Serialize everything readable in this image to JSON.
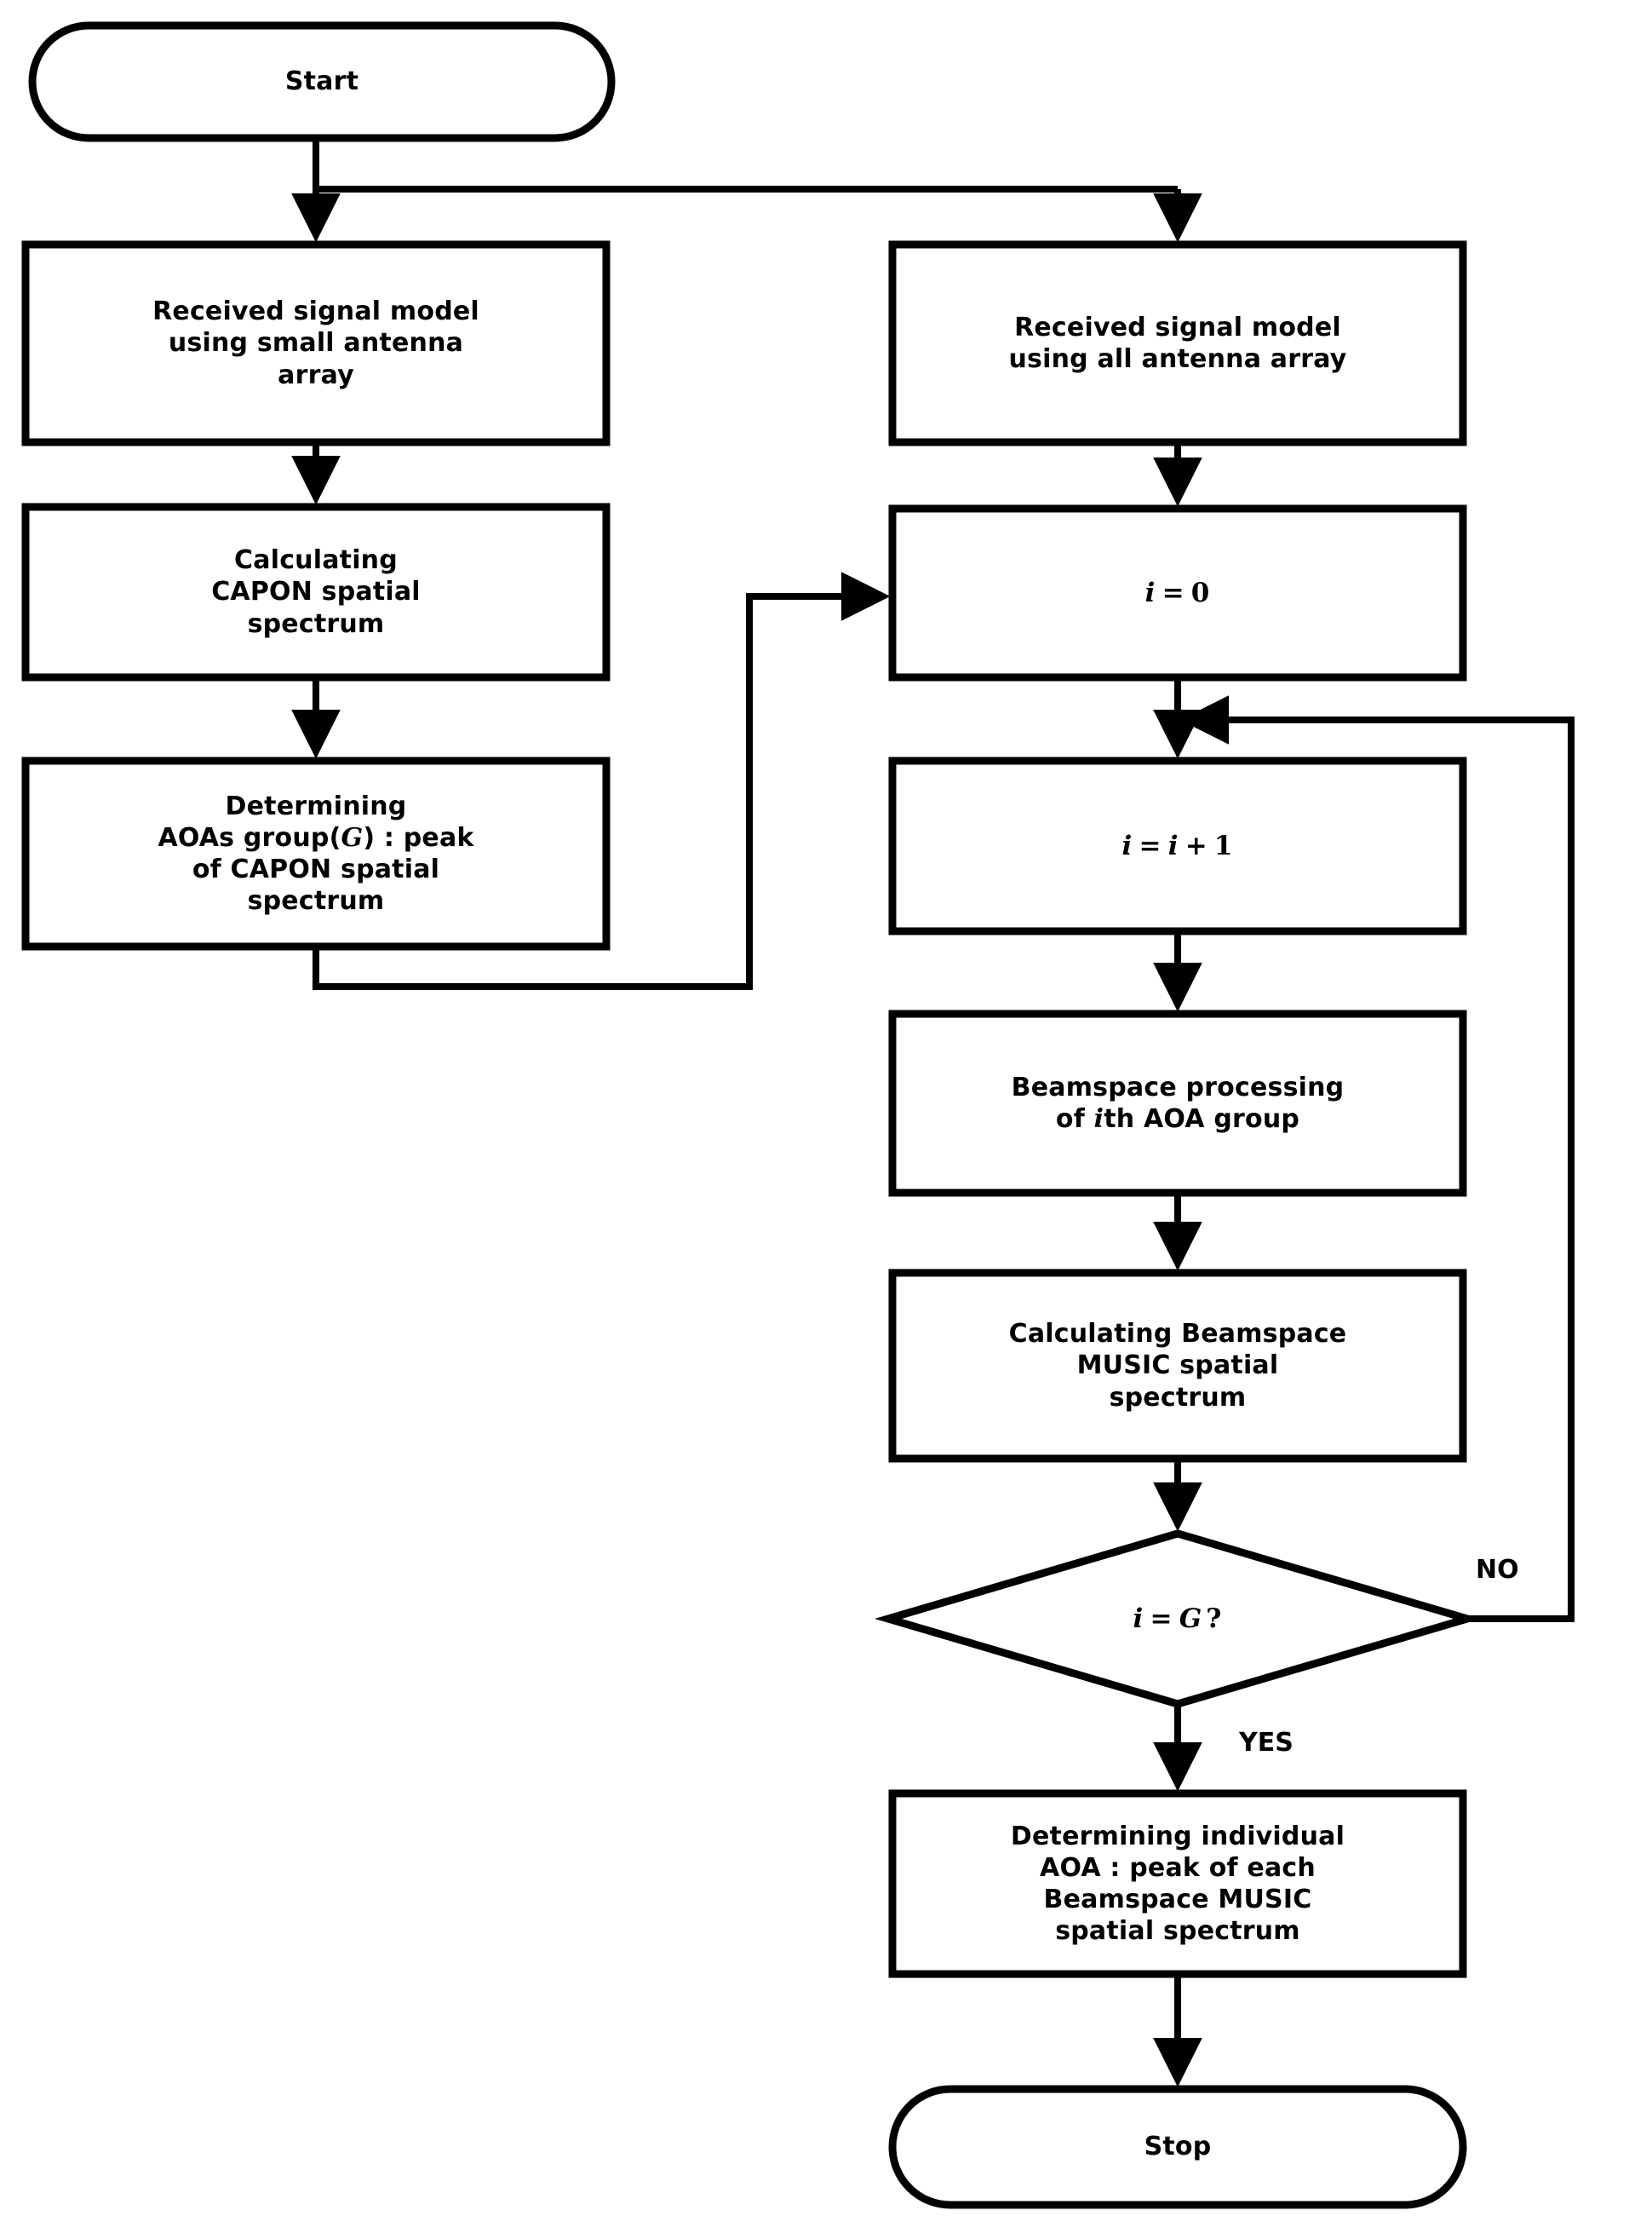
{
  "diagram": {
    "title": "AOA estimation algorithm flowchart",
    "stroke_color": "#000000",
    "fill_color": "#ffffff",
    "background": "#ffffff"
  },
  "nodes": {
    "start": {
      "label": "Start",
      "shape": "terminator"
    },
    "left_recv": {
      "label": "Received signal model\nusing small antenna\narray",
      "shape": "process"
    },
    "left_capon": {
      "label": "Calculating\nCAPON spatial\nspectrum",
      "shape": "process"
    },
    "left_determine_prefix": "Determining\nAOAs group(",
    "left_determine_var": "G",
    "left_determine_suffix": ") : peak\nof CAPON spatial\nspectrum",
    "right_recv": {
      "label": "Received signal model\nusing all antenna array",
      "shape": "process"
    },
    "init_i": {
      "var1": "i",
      "op": "=",
      "val": "0",
      "shape": "process"
    },
    "incr_i": {
      "var1": "i",
      "op1": "=",
      "var2": "i",
      "op2": "+",
      "val": "1",
      "shape": "process"
    },
    "beamspace_proc_pre": "Beamspace processing\nof ",
    "beamspace_proc_var": "i",
    "beamspace_proc_post": "th AOA group",
    "beamspace_music": {
      "label": "Calculating Beamspace\nMUSIC spatial\nspectrum",
      "shape": "process"
    },
    "decision": {
      "var1": "i",
      "op": "=",
      "var2": "G",
      "qmark": "?",
      "shape": "decision"
    },
    "determine_individual": {
      "label": "Determining individual\nAOA : peak of each\nBeamspace MUSIC\nspatial spectrum",
      "shape": "process"
    },
    "stop": {
      "label": "Stop",
      "shape": "terminator"
    }
  },
  "edge_labels": {
    "no": "NO",
    "yes": "YES"
  }
}
